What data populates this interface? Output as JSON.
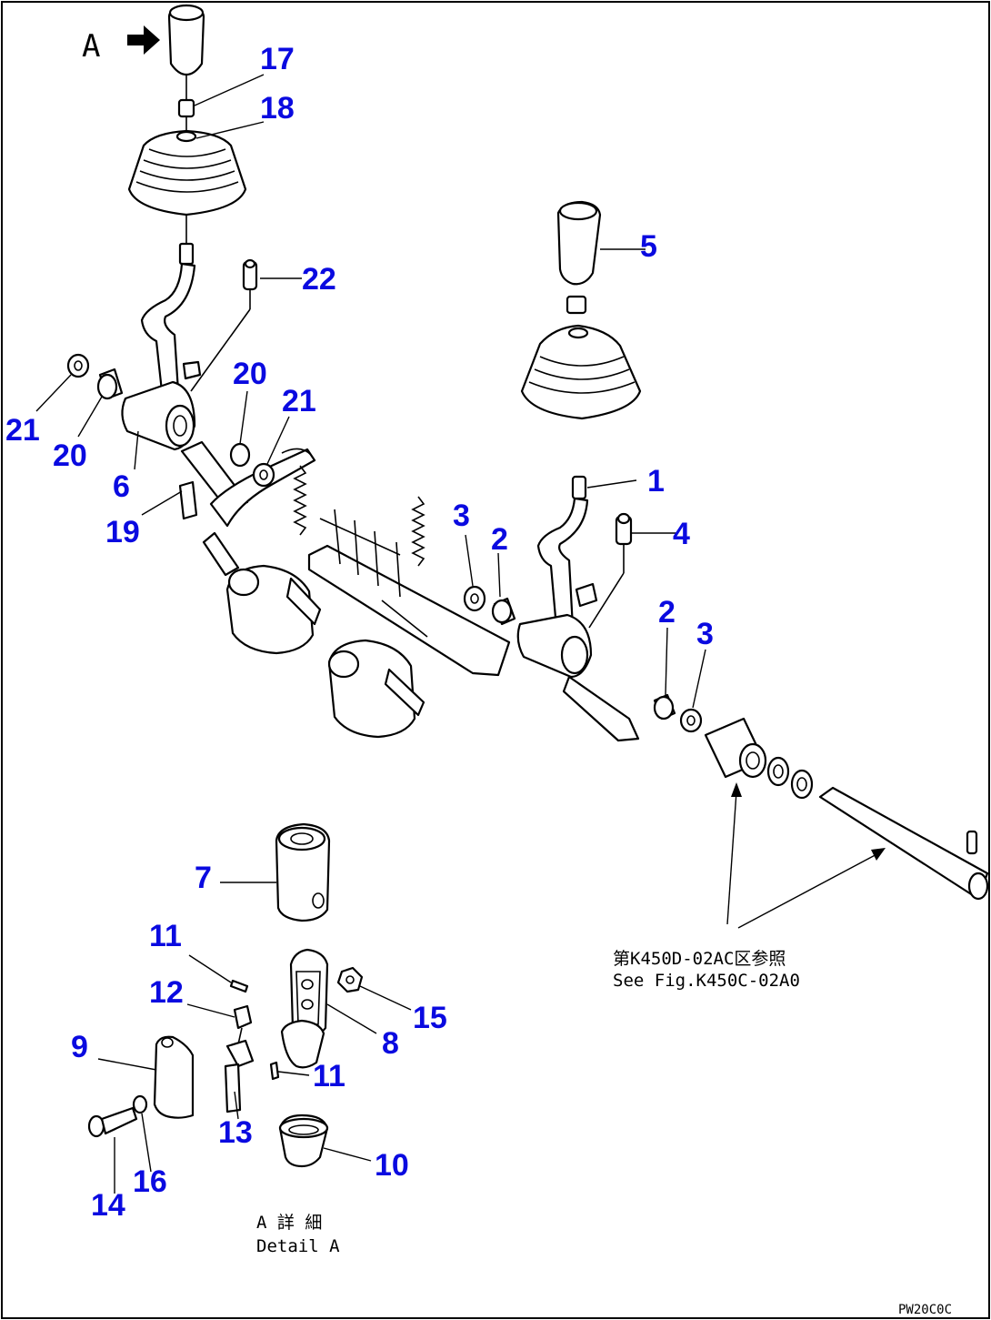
{
  "view_label": "A",
  "accent_color": "#0a0ae0",
  "callouts": [
    {
      "id": "c1",
      "label": "1"
    },
    {
      "id": "c2a",
      "label": "2"
    },
    {
      "id": "c2b",
      "label": "2"
    },
    {
      "id": "c3a",
      "label": "3"
    },
    {
      "id": "c3b",
      "label": "3"
    },
    {
      "id": "c4",
      "label": "4"
    },
    {
      "id": "c5",
      "label": "5"
    },
    {
      "id": "c6",
      "label": "6"
    },
    {
      "id": "c7",
      "label": "7"
    },
    {
      "id": "c8",
      "label": "8"
    },
    {
      "id": "c9",
      "label": "9"
    },
    {
      "id": "c10",
      "label": "10"
    },
    {
      "id": "c11a",
      "label": "11"
    },
    {
      "id": "c11b",
      "label": "11"
    },
    {
      "id": "c12",
      "label": "12"
    },
    {
      "id": "c13",
      "label": "13"
    },
    {
      "id": "c14",
      "label": "14"
    },
    {
      "id": "c15",
      "label": "15"
    },
    {
      "id": "c16",
      "label": "16"
    },
    {
      "id": "c17",
      "label": "17"
    },
    {
      "id": "c18",
      "label": "18"
    },
    {
      "id": "c19",
      "label": "19"
    },
    {
      "id": "c20a",
      "label": "20"
    },
    {
      "id": "c20b",
      "label": "20"
    },
    {
      "id": "c21a",
      "label": "21"
    },
    {
      "id": "c21b",
      "label": "21"
    },
    {
      "id": "c22",
      "label": "22"
    }
  ],
  "reference_note": {
    "line_jp": "第K450D-02AC区参照",
    "line_en": "See Fig.K450C-02A0"
  },
  "detail_caption": {
    "line_jp": "A 詳 細",
    "line_en": "Detail A"
  },
  "drawing_code": "PW20C0C"
}
